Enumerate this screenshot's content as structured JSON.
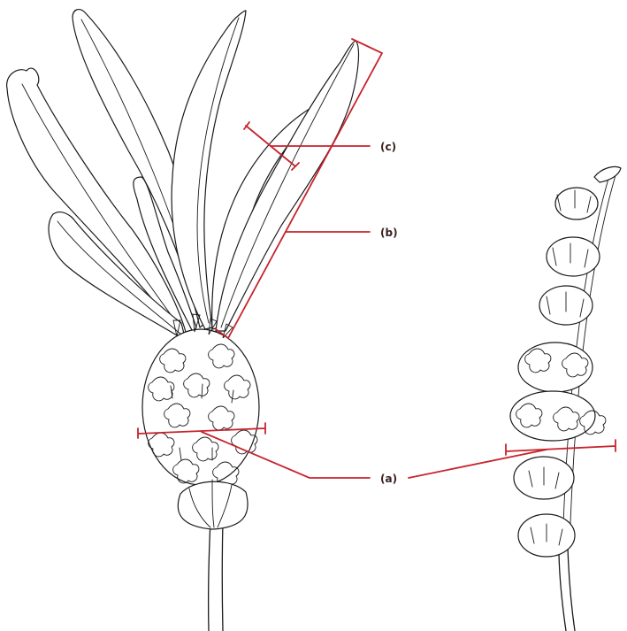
{
  "labels": {
    "a": "(a)",
    "b": "(b)",
    "c": "(c)"
  },
  "colors": {
    "annotation": "#c8232c",
    "label_text": "#3a2020",
    "ink": "#1a1a1a"
  }
}
